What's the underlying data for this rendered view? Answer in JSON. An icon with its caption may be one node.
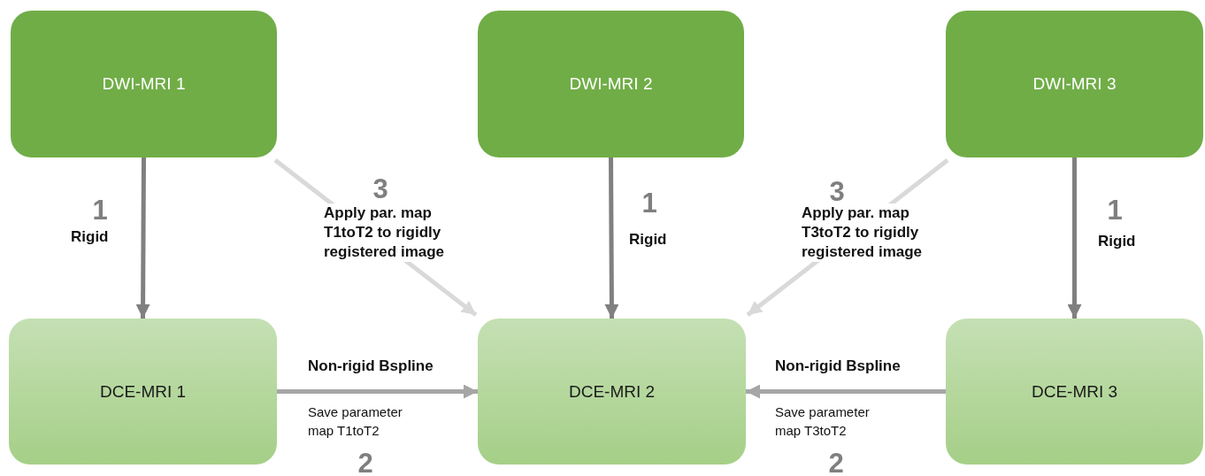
{
  "diagram": {
    "nodes": [
      {
        "text": [
          "DWI-MRI 1"
        ]
      },
      {
        "text": [
          "DWI-MRI 2"
        ]
      },
      {
        "text": [
          "DWI-MRI 3"
        ]
      },
      {
        "text": [
          "DCE-MRI 1"
        ]
      },
      {
        "text": [
          "DCE-MRI 2"
        ]
      },
      {
        "text": [
          "DCE-MRI 3"
        ]
      }
    ],
    "edges": [
      {
        "from": 0,
        "to": 3,
        "arrow": "to",
        "label": "Rigid"
      },
      {
        "from": 0,
        "to": 4,
        "arrow": "to",
        "label": "Apply par. map T1toT2 to rigidly registered image",
        "color": "#d9d9d9"
      },
      {
        "from": 1,
        "to": 4,
        "arrow": "to",
        "label": "Rigid"
      },
      {
        "from": 2,
        "to": 4,
        "arrow": "to",
        "label": "Apply par. map T3toT2 to rigidly registered image",
        "color": "#d9d9d9"
      },
      {
        "from": 2,
        "to": 5,
        "arrow": "to",
        "label": "Rigid"
      },
      {
        "from": 3,
        "to": 4,
        "arrow": "to",
        "label": "Non-rigid Bspline",
        "color": "#a6a6a6"
      },
      {
        "from": 5,
        "to": 4,
        "arrow": "to",
        "label": "Non-rigid Bspline",
        "color": "#a6a6a6"
      }
    ],
    "labels": [
      "1",
      "3",
      "1",
      "3",
      "1",
      "Save parameter map T1toT2",
      "Save parameter map T3toT2",
      "2",
      "2"
    ]
  }
}
